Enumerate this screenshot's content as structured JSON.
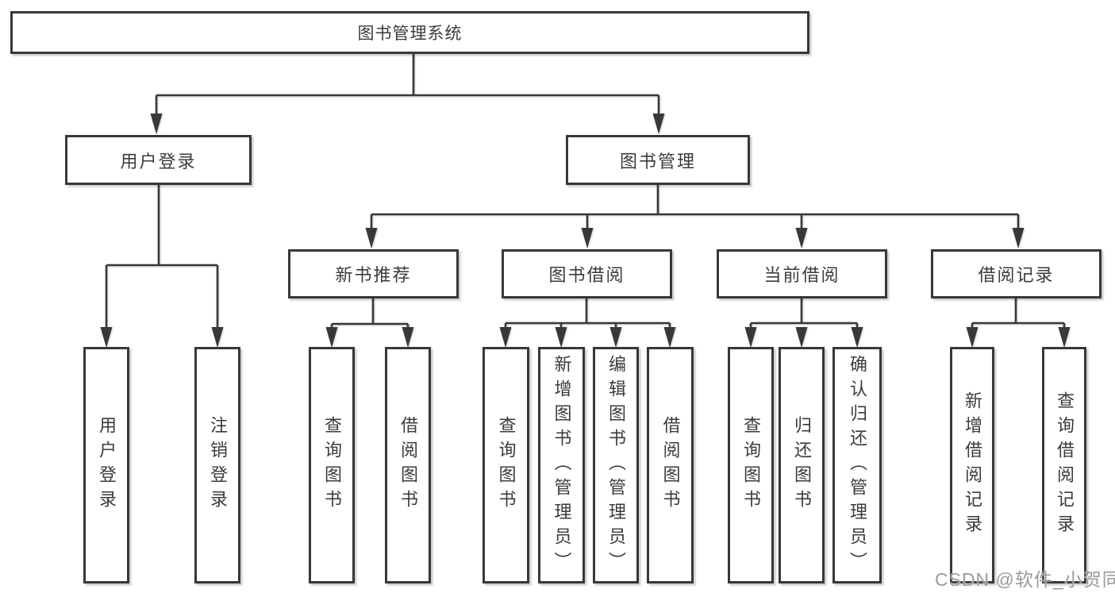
{
  "tree": {
    "root": {
      "label": "图书管理系统"
    },
    "branches": [
      {
        "label": "用户登录",
        "children": [
          {
            "label": "用户登录"
          },
          {
            "label": "注销登录"
          }
        ]
      },
      {
        "label": "图书管理",
        "children": [
          {
            "label": "新书推荐",
            "children": [
              {
                "label": "查询图书"
              },
              {
                "label": "借阅图书"
              }
            ]
          },
          {
            "label": "图书借阅",
            "children": [
              {
                "label": "查询图书"
              },
              {
                "label": "新增图书（管理员）"
              },
              {
                "label": "编辑图书（管理员）"
              },
              {
                "label": "借阅图书"
              }
            ]
          },
          {
            "label": "当前借阅",
            "children": [
              {
                "label": "查询图书"
              },
              {
                "label": "归还图书"
              },
              {
                "label": "确认归还（管理员）"
              }
            ]
          },
          {
            "label": "借阅记录",
            "children": [
              {
                "label": "新增借阅记录"
              },
              {
                "label": "查询借阅记录"
              }
            ]
          }
        ]
      }
    ]
  },
  "watermark": {
    "text": "CSDN @软件_小贺同学"
  },
  "colors": {
    "line": "#383838",
    "text": "#3b3b3b",
    "background": "#ffffff",
    "watermark": "#9a9a9a"
  }
}
